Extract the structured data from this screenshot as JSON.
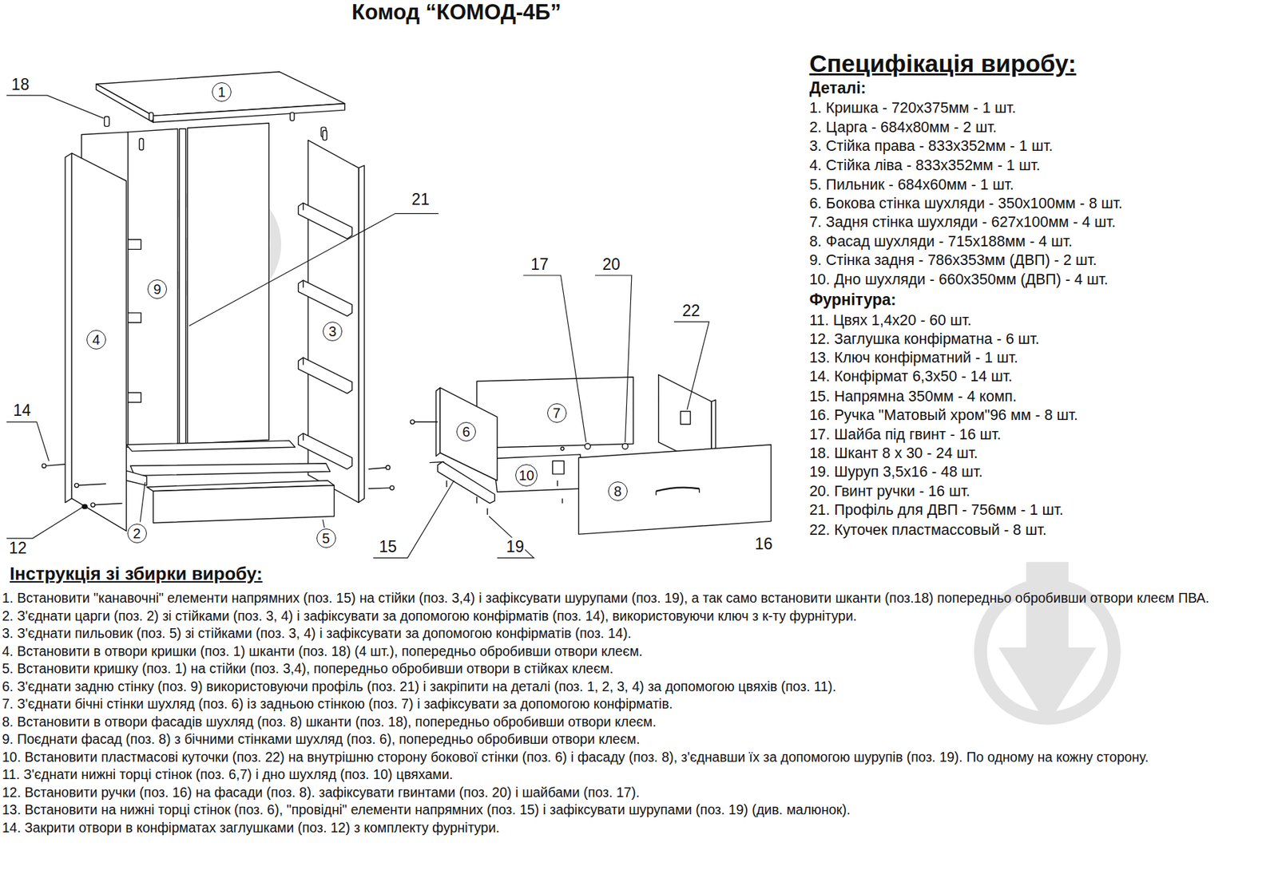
{
  "diagram": {
    "title": "Комод “КОМОД-4Б”",
    "nodes": [
      {
        "text": [
          "1"
        ]
      },
      {
        "text": [
          "9"
        ]
      },
      {
        "text": [
          "3"
        ]
      },
      {
        "text": [
          "4"
        ]
      },
      {
        "text": [
          "7"
        ]
      },
      {
        "text": [
          "6"
        ]
      },
      {
        "text": [
          "10"
        ]
      },
      {
        "text": [
          "8"
        ]
      },
      {
        "text": [
          "2"
        ]
      },
      {
        "text": [
          "5"
        ]
      }
    ],
    "labels": [
      "18",
      "21",
      "14",
      "12",
      "17",
      "20",
      "22",
      "15",
      "19",
      "16",
      "Специфікація виробу:",
      "Деталі:",
      "1. Кришка - 720х375мм - 1 шт.",
      "2. Царга - 684х80мм - 2 шт.",
      "3. Стійка права - 833х352мм - 1 шт.",
      "4. Стійка ліва - 833х352мм - 1 шт.",
      "5. Пильник - 684х60мм - 1 шт.",
      "6. Бокова стінка шухляди - 350х100мм - 8 шт.",
      "7. Задня стінка шухляди - 627х100мм - 4 шт.",
      "8. Фасад шухляди - 715х188мм - 4 шт.",
      "9. Стінка задня - 786х353мм (ДВП) - 2 шт.",
      "10. Дно шухляди - 660х350мм (ДВП) - 4 шт.",
      "Фурнітура:",
      "11. Цвях 1,4х20 - 60 шт.",
      "12. Заглушка конфірматна - 6 шт.",
      "13. Ключ конфірматний - 1 шт.",
      "14. Конфірмат 6,3х50 - 14 шт.",
      "15. Напрямна 350мм - 4 комп.",
      "16. Ручка \"Матовый хром\"96 мм - 8 шт.",
      "17. Шайба під гвинт - 16 шт.",
      "18. Шкант 8 х 30 - 24 шт.",
      "19. Шуруп 3,5х16 - 48 шт.",
      "20. Гвинт ручки - 16 шт.",
      "21. Профіль для ДВП - 756мм - 1 шт.",
      "22. Куточек пластмассовый - 8 шт.",
      "Інструкція зі збирки виробу:",
      "1. Встановити \"канавочні\" елементи напрямних (поз. 15) на стійки (поз. 3,4) і зафіксувати шурупами (поз. 19), а так само встановити шканти (поз.18) попередньо обробивши отвори клеєм ПВА.",
      "2. З'єднати царги (поз. 2) зі стійками (поз. 3, 4) і зафіксувати за допомогою конфірматів (поз. 14), використовуючи ключ з к-ту фурнітури.",
      "3. З'єднати пильовик (поз. 5) зі стійками (поз. 3, 4) і зафіксувати за допомогою конфірматів (поз. 14).",
      "4. Встановити в отвори кришки (поз. 1) шканти (поз. 18) (4 шт.), попередньо обробивши отвори клеєм.",
      "5. Встановити кришку (поз. 1) на стійки (поз. 3,4), попередньо обробивши отвори в стійках клеєм.",
      "6. З'єднати задню стінку (поз. 9) використовуючи профіль (поз. 21) і закріпити на деталі (поз. 1, 2, 3, 4) за допомогою цвяхів (поз. 11).",
      "7. З'єднати бічні стінки шухляд (поз. 6) із задньою стінкою (поз. 7) і зафіксувати за допомогою конфірматів.",
      "8. Встановити в отвори фасадів шухляд (поз. 8) шканти (поз. 18), попередньо обробивши отвори клеєм.",
      "9. Поєднати фасад (поз. 8) з бічними стінками шухляд (поз. 6), попередньо обробивши отвори клеєм.",
      "10. Встановити пластмасові куточки (поз. 22) на внутрішню сторону бокової стінки (поз. 6) і фасаду (поз. 8), з'єднавши їх за допомогою шурупів (поз. 19). По одному на кожну сторону.",
      "11. З'єднати нижні торці стінок (поз. 6,7) і дно шухляд (поз. 10) цвяхами.",
      "12. Встановити ручки (поз. 16) на фасади (поз. 8). зафіксувати гвинтами (поз. 20) і шайбами (поз. 17).",
      "13. Встановити на нижні торці стінок (поз. 6), \"провідні\" елементи напрямних (поз. 15) і зафіксувати шурупами (поз. 19) (див. малюнок).",
      "14. Закрити отвори в конфірматах заглушками (поз. 12) з комплекту фурнітури."
    ]
  }
}
